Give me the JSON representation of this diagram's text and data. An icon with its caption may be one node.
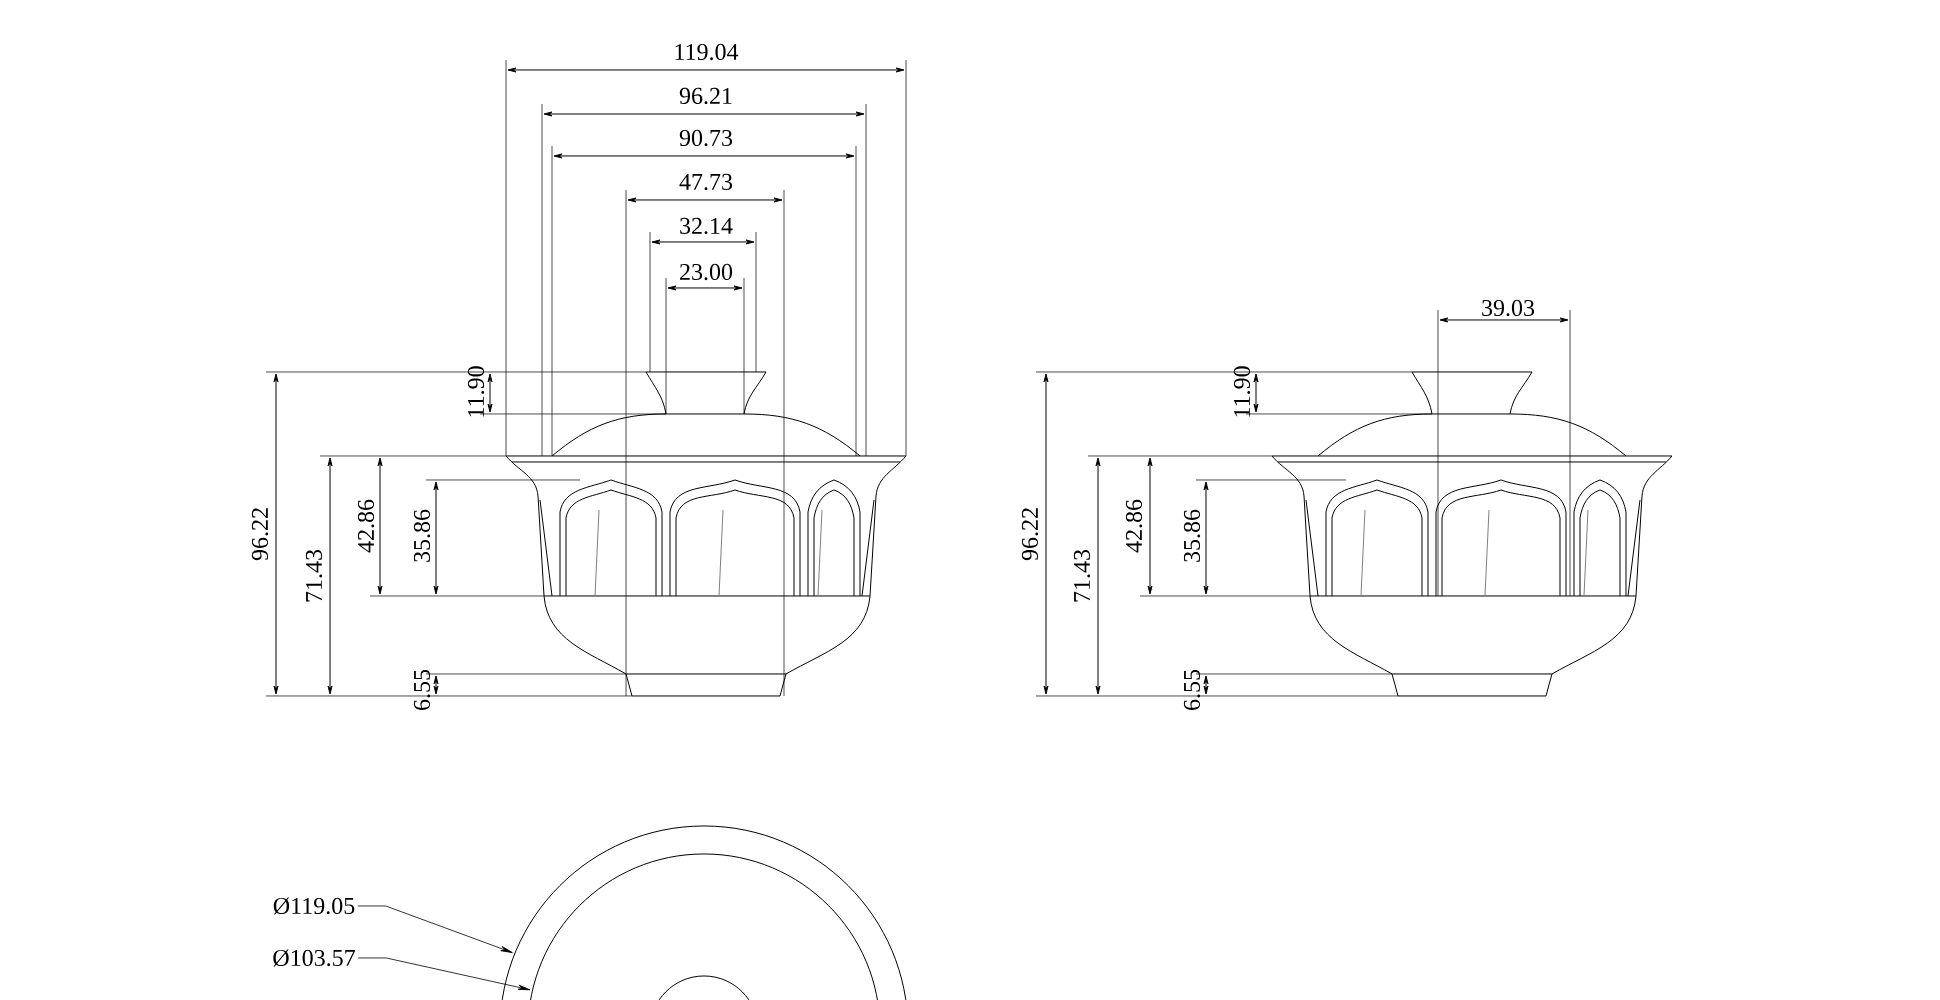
{
  "diagram": {
    "nodes": [
      {
        "text": [
          "Ø119.05"
        ]
      },
      {
        "text": [
          "Ø103.57"
        ]
      },
      {
        "text": [],
        "shape": "circle"
      },
      {
        "text": [],
        "shape": "circle",
        "in": 2
      }
    ],
    "edges": [
      {
        "from": 0,
        "to": 2,
        "arrow": "to"
      },
      {
        "from": 1,
        "to": 3,
        "arrow": "to"
      }
    ],
    "labels": [
      "119.04",
      "96.21",
      "90.73",
      "47.73",
      "32.14",
      "23.00",
      "11.90",
      "96.22",
      "71.43",
      "42.86",
      "35.86",
      "6.55",
      "39.03",
      "11.90",
      "96.22",
      "71.43",
      "42.86",
      "35.86",
      "6.55"
    ]
  }
}
